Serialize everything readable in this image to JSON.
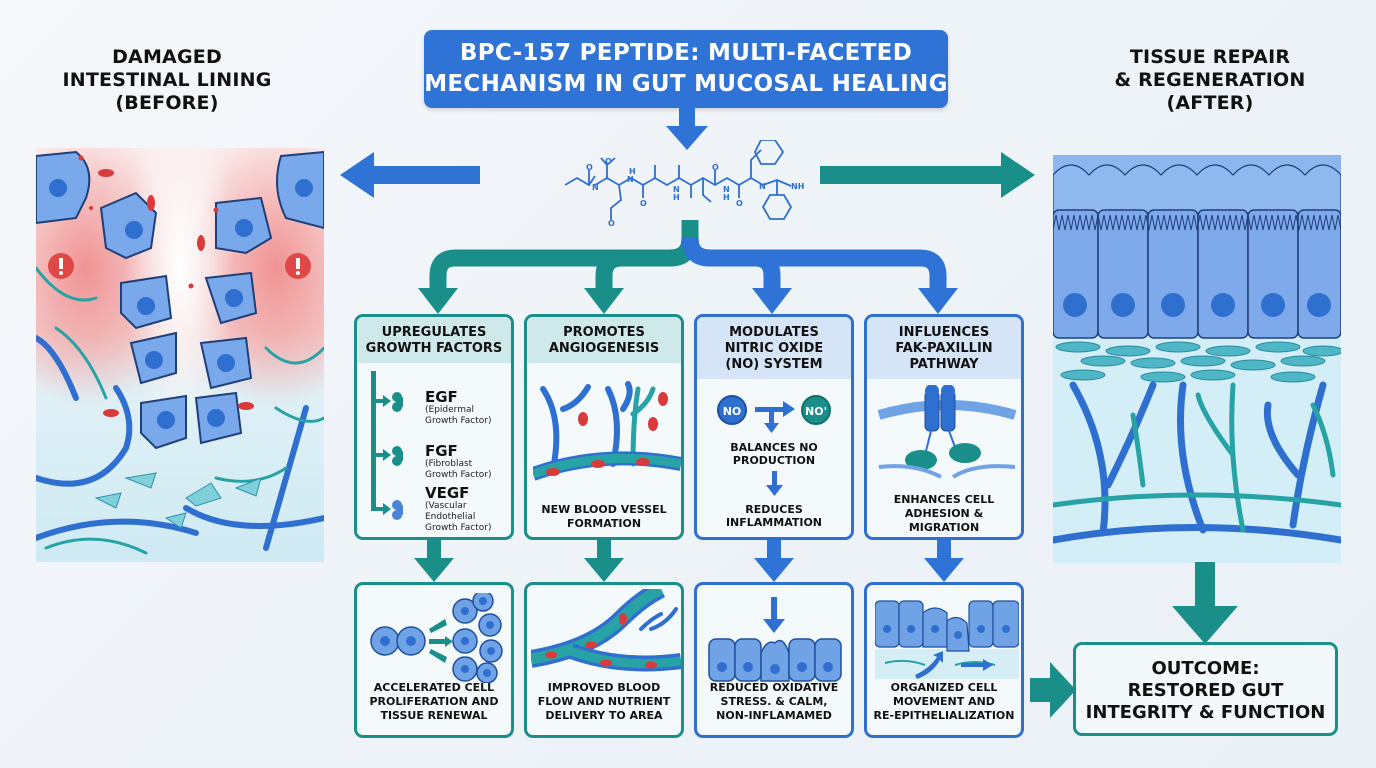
{
  "title": "BPC-157 PEPTIDE: MULTI-FACETED MECHANISM IN GUT MUCOSAL HEALING",
  "title_lines": [
    "BPC-157 PEPTIDE: MULTI-FACETED",
    "MECHANISM IN GUT MUCOSAL HEALING"
  ],
  "left_panel": {
    "title_lines": [
      "DAMAGED",
      "INTESTINAL LINING",
      "(BEFORE)"
    ],
    "warning_icon": "exclamation-circle-icon"
  },
  "right_panel": {
    "title_lines": [
      "TISSUE REPAIR",
      "& REGENERATION",
      "(AFTER)"
    ]
  },
  "molecule": {
    "label": "peptide-structure",
    "atoms": [
      "O",
      "N",
      "O",
      "H",
      "N",
      "O",
      "N",
      "H",
      "O",
      "N",
      "H",
      "O",
      "O",
      "N",
      "NH"
    ]
  },
  "colors": {
    "primary_blue": "#2f73d6",
    "teal": "#1a8f8a",
    "cell_blue": "#6fa3e6",
    "nucleus_blue": "#2f6fd0",
    "inflammation_red": "#e04848",
    "vessel_teal": "#27a3a6"
  },
  "mechanisms": [
    {
      "header_lines": [
        "UPREGULATES",
        "GROWTH FACTORS"
      ],
      "color": "teal",
      "growth_factors": [
        {
          "abbr": "EGF",
          "full_lines": [
            "(Epidermal",
            "Growth Factor)"
          ]
        },
        {
          "abbr": "FGF",
          "full_lines": [
            "(Fibroblast",
            "Growth Factor)"
          ]
        },
        {
          "abbr": "VEGF",
          "full_lines": [
            "(Vascular",
            "Endothelial",
            "Growth Factor)"
          ]
        }
      ],
      "outcome_lines": [
        "ACCELERATED CELL",
        "PROLIFERATION AND",
        "TISSUE RENEWAL"
      ]
    },
    {
      "header_lines": [
        "PROMOTES",
        "ANGIOGENESIS"
      ],
      "color": "teal",
      "footer_lines": [
        "NEW BLOOD VESSEL",
        "FORMATION"
      ],
      "outcome_lines": [
        "IMPROVED BLOOD",
        "FLOW AND NUTRIENT",
        "DELIVERY TO AREA"
      ]
    },
    {
      "header_lines": [
        "MODULATES",
        "NITRIC OXIDE",
        "(NO) SYSTEM"
      ],
      "color": "blue",
      "no_left": "NO",
      "no_right": "NO'",
      "step1_lines": [
        "BALANCES NO",
        "PRODUCTION"
      ],
      "step2_lines": [
        "REDUCES",
        "INFLAMMATION"
      ],
      "outcome_lines": [
        "REDUCED OXIDATIVE",
        "STRESS. & CALM,",
        "NON-INFLAMAMED"
      ]
    },
    {
      "header_lines": [
        "INFLUENCES",
        "FAK-PAXILLIN",
        "PATHWAY"
      ],
      "color": "blue",
      "footer_lines": [
        "ENHANCES CELL",
        "ADHESION &",
        "MIGRATION"
      ],
      "outcome_lines": [
        "ORGANIZED CELL",
        "MOVEMENT AND",
        "RE-EPITHELIALIZATION"
      ]
    }
  ],
  "final_outcome": {
    "lines": [
      "OUTCOME:",
      "RESTORED GUT",
      "INTEGRITY & FUNCTION"
    ]
  }
}
